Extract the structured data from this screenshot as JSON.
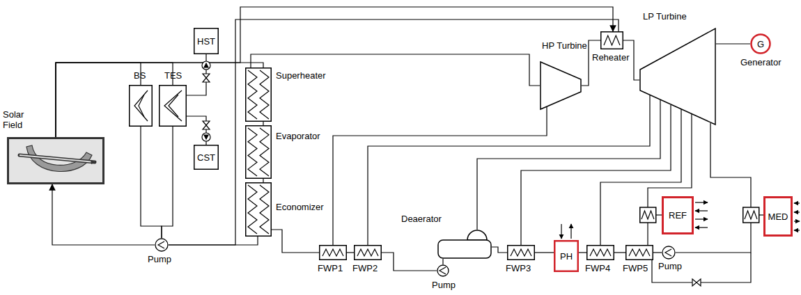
{
  "diagram": {
    "nodes": [
      {
        "text": [
          "Solar Field"
        ]
      },
      {
        "text": [
          "BS"
        ]
      },
      {
        "text": [
          "TES"
        ]
      },
      {
        "text": [
          "HST"
        ]
      },
      {
        "text": [
          "CST"
        ]
      },
      {
        "text": [
          "Superheater"
        ]
      },
      {
        "text": [
          "Evaporator"
        ]
      },
      {
        "text": [
          "Economizer"
        ]
      },
      {
        "text": [
          "HP Turbine"
        ]
      },
      {
        "text": [
          "Reheater"
        ]
      },
      {
        "text": [
          "LP Turbine"
        ]
      },
      {
        "text": [
          "G",
          "Generator"
        ]
      },
      {
        "text": [
          "Deaerator"
        ]
      },
      {
        "text": [
          "FWP1"
        ]
      },
      {
        "text": [
          "FWP2"
        ]
      },
      {
        "text": [
          "FWP3"
        ]
      },
      {
        "text": [
          "PH"
        ]
      },
      {
        "text": [
          "FWP4"
        ]
      },
      {
        "text": [
          "FWP5"
        ]
      },
      {
        "text": [
          "REF"
        ]
      },
      {
        "text": [
          "MED"
        ]
      },
      {
        "text": [
          "Pump"
        ]
      },
      {
        "text": [
          "Pump"
        ]
      },
      {
        "text": [
          "Pump"
        ]
      }
    ],
    "edges": [
      {
        "from": 0,
        "to": 1,
        "arrow": "none"
      },
      {
        "from": 0,
        "to": 2,
        "arrow": "none"
      },
      {
        "from": 0,
        "to": 5,
        "arrow": "none"
      },
      {
        "from": 5,
        "to": 6,
        "arrow": "none"
      },
      {
        "from": 6,
        "to": 7,
        "arrow": "none"
      },
      {
        "from": 7,
        "to": 21,
        "arrow": "none"
      },
      {
        "from": 1,
        "to": 21,
        "arrow": "none"
      },
      {
        "from": 2,
        "to": 21,
        "arrow": "none"
      },
      {
        "from": 21,
        "to": 0,
        "arrow": "to"
      },
      {
        "from": 2,
        "to": 3,
        "arrow": "none"
      },
      {
        "from": 2,
        "to": 4,
        "arrow": "none"
      },
      {
        "from": 5,
        "to": 8,
        "arrow": "none"
      },
      {
        "from": 0,
        "to": 9,
        "arrow": "to"
      },
      {
        "from": 9,
        "to": 21,
        "arrow": "none"
      },
      {
        "from": 8,
        "to": 9,
        "arrow": "none"
      },
      {
        "from": 9,
        "to": 10,
        "arrow": "none"
      },
      {
        "from": 10,
        "to": 11,
        "arrow": "none"
      },
      {
        "from": 13,
        "to": 7,
        "arrow": "none"
      },
      {
        "from": 14,
        "to": 13,
        "arrow": "none"
      },
      {
        "from": 22,
        "to": 14,
        "arrow": "none"
      },
      {
        "from": 12,
        "to": 22,
        "arrow": "none"
      },
      {
        "from": 15,
        "to": 12,
        "arrow": "none"
      },
      {
        "from": 16,
        "to": 15,
        "arrow": "none"
      },
      {
        "from": 17,
        "to": 16,
        "arrow": "none"
      },
      {
        "from": 18,
        "to": 17,
        "arrow": "none"
      },
      {
        "from": 23,
        "to": 18,
        "arrow": "none"
      },
      {
        "from": 8,
        "to": 13,
        "arrow": "none"
      },
      {
        "from": 10,
        "to": 14,
        "arrow": "none"
      },
      {
        "from": 10,
        "to": 12,
        "arrow": "none"
      },
      {
        "from": 10,
        "to": 15,
        "arrow": "none"
      },
      {
        "from": 10,
        "to": 17,
        "arrow": "none"
      },
      {
        "from": 10,
        "to": 19,
        "arrow": "none"
      },
      {
        "from": 10,
        "to": 20,
        "arrow": "none"
      },
      {
        "from": 20,
        "to": 23,
        "arrow": "none"
      },
      {
        "from": 19,
        "to": 18,
        "arrow": "none"
      }
    ]
  }
}
